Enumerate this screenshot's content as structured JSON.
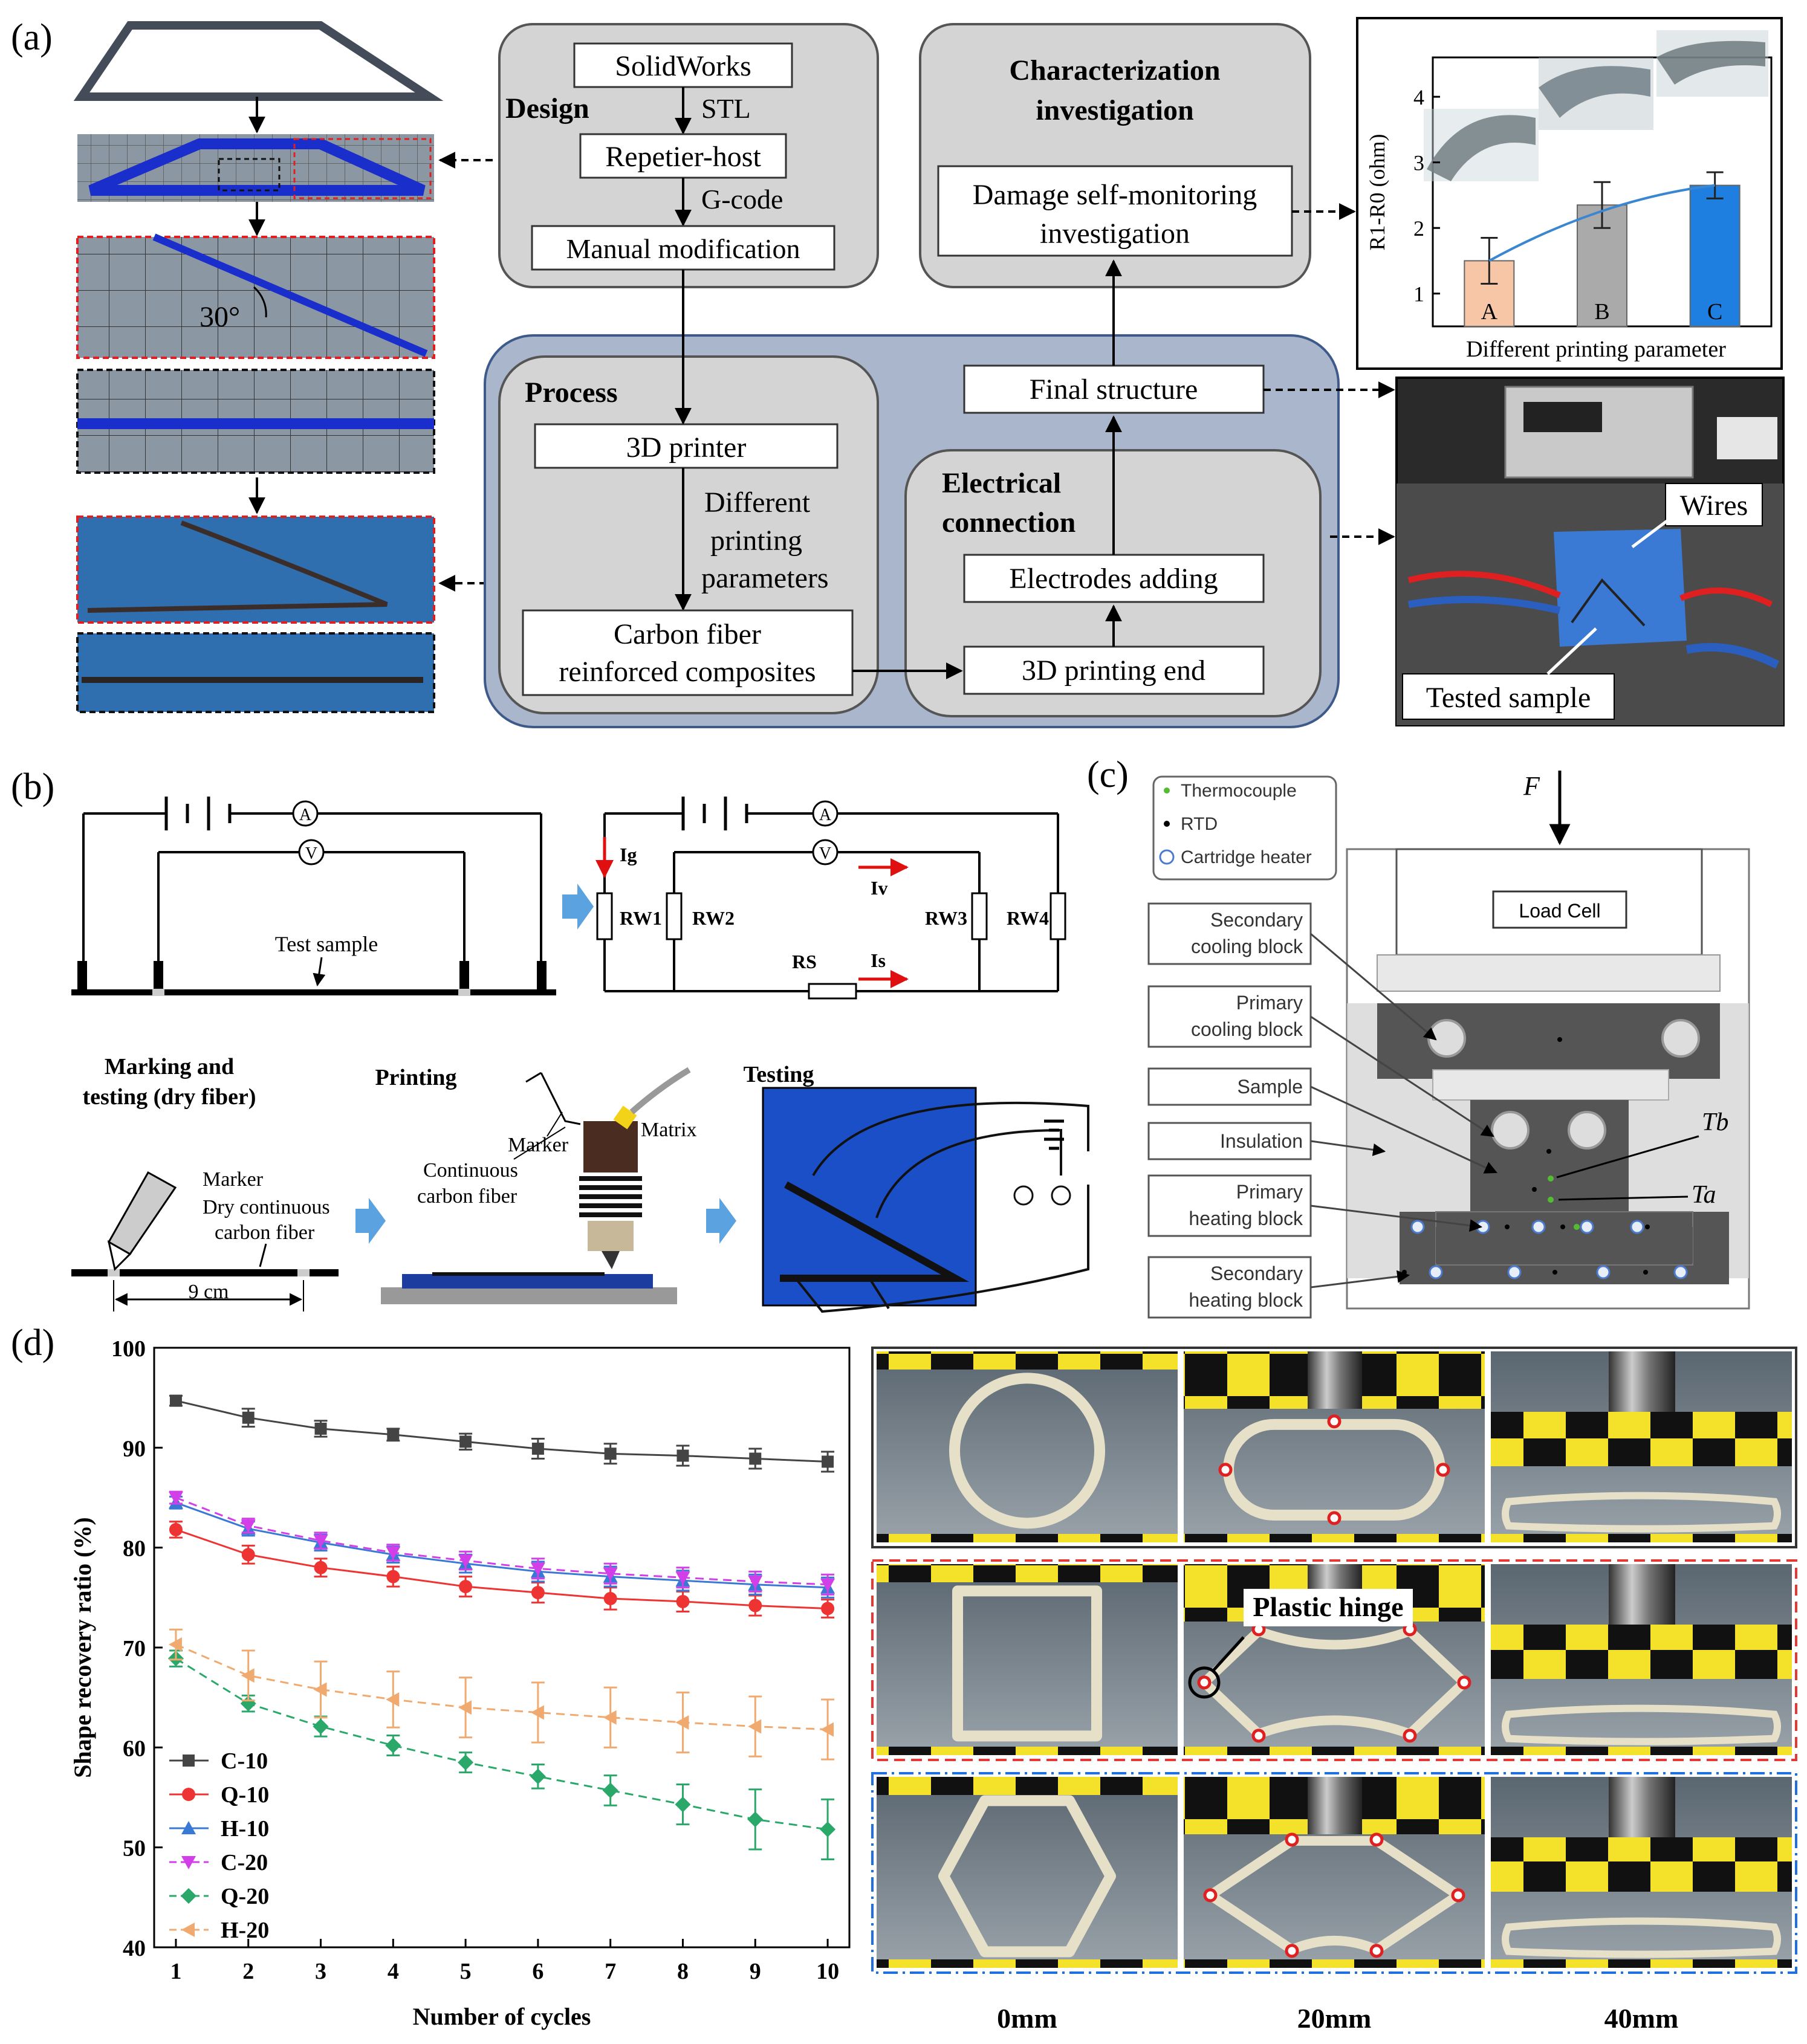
{
  "panel_labels": {
    "a": "(a)",
    "b": "(b)",
    "c": "(c)",
    "d": "(d)"
  },
  "panel_a": {
    "design_title": "Design",
    "solidworks": "SolidWorks",
    "stl": "STL",
    "repetier": "Repetier-host",
    "gcode": "G-code",
    "manual": "Manual modification",
    "char_title_1": "Characterization",
    "char_title_2": "investigation",
    "damage_1": "Damage self-monitoring",
    "damage_2": "investigation",
    "process_title": "Process",
    "printer": "3D printer",
    "diff_1": "Different",
    "diff_2": "printing",
    "diff_3": "parameters",
    "cfrc_1": "Carbon fiber",
    "cfrc_2": "reinforced composites",
    "final": "Final structure",
    "elec_1": "Electrical",
    "elec_2": "connection",
    "electrodes": "Electrodes adding",
    "print_end": "3D printing end",
    "angle": "30°",
    "wires": "Wires",
    "tested": "Tested sample"
  },
  "inset_chart": {
    "chart_data": {
      "type": "bar",
      "categories": [
        "A",
        "B",
        "C"
      ],
      "values": [
        1.5,
        2.35,
        2.65
      ],
      "errors": [
        0.35,
        0.35,
        0.2
      ],
      "colors": [
        "#f6c6a6",
        "#aaaaaa",
        "#1f7fe0"
      ],
      "xlabel": "Different printing parameter",
      "ylabel": "R1-R0 (ohm)",
      "ylim": [
        0.5,
        4.6
      ],
      "yticks": [
        1,
        2,
        3,
        4
      ]
    }
  },
  "panel_b": {
    "ammeter": "A",
    "voltmeter": "V",
    "test_sample": "Test sample",
    "ig": "Ig",
    "iv": "Iv",
    "is": "Is",
    "rw1": "RW1",
    "rw2": "RW2",
    "rw3": "RW3",
    "rw4": "RW4",
    "rs": "RS",
    "marking_1": "Marking and",
    "marking_2": "testing (dry fiber)",
    "marker": "Marker",
    "dry_1": "Dry continuous",
    "dry_2": "carbon fiber",
    "nine_cm": "9 cm",
    "printing": "Printing",
    "marker2": "Marker",
    "matrix": "Matrix",
    "ccf_1": "Continuous",
    "ccf_2": "carbon fiber",
    "testing": "Testing"
  },
  "panel_c": {
    "force": "F",
    "legend": [
      "Thermocouple",
      "RTD",
      "Cartridge heater"
    ],
    "legend_colors": [
      "#55bb33",
      "#000000",
      "#4a7bd0"
    ],
    "load_cell": "Load Cell",
    "labels": [
      [
        "Secondary",
        "cooling block"
      ],
      [
        "Primary",
        "cooling block"
      ],
      [
        "Sample"
      ],
      [
        "Insulation"
      ],
      [
        "Primary",
        "heating block"
      ],
      [
        "Secondary",
        "heating block"
      ]
    ],
    "tb": "Tb",
    "ta": "Ta"
  },
  "panel_d": {
    "chart_data": {
      "type": "line",
      "x": [
        1,
        2,
        3,
        4,
        5,
        6,
        7,
        8,
        9,
        10
      ],
      "xlabel": "Number of cycles",
      "ylabel": "Shape recovery ratio (%)",
      "xlim": [
        0.7,
        10.3
      ],
      "ylim": [
        40,
        100
      ],
      "yticks": [
        40,
        50,
        60,
        70,
        80,
        90,
        100
      ],
      "series": [
        {
          "name": "C-10",
          "color": "#444444",
          "marker": "square",
          "dash": false,
          "values": [
            94.7,
            93.0,
            91.9,
            91.3,
            90.6,
            89.9,
            89.4,
            89.2,
            88.9,
            88.6
          ],
          "errors": [
            0.5,
            0.9,
            0.8,
            0.6,
            0.8,
            1.0,
            1.0,
            1.0,
            1.0,
            1.0
          ]
        },
        {
          "name": "Q-10",
          "color": "#ee3333",
          "marker": "circle",
          "dash": false,
          "values": [
            81.8,
            79.3,
            78.0,
            77.1,
            76.1,
            75.5,
            74.9,
            74.6,
            74.2,
            73.9
          ],
          "errors": [
            0.8,
            0.9,
            0.9,
            1.0,
            1.0,
            1.0,
            1.1,
            1.0,
            1.0,
            0.9
          ]
        },
        {
          "name": "H-10",
          "color": "#3a78d6",
          "marker": "triangle-up",
          "dash": false,
          "values": [
            84.5,
            81.9,
            80.5,
            79.3,
            78.4,
            77.6,
            77.1,
            76.7,
            76.3,
            76.0
          ],
          "errors": [
            0.6,
            0.7,
            0.8,
            0.8,
            0.9,
            1.0,
            1.0,
            1.0,
            1.0,
            1.0
          ]
        },
        {
          "name": "C-20",
          "color": "#d23ee8",
          "marker": "triangle-down",
          "dash": true,
          "values": [
            85.0,
            82.2,
            80.7,
            79.5,
            78.7,
            77.9,
            77.4,
            77.0,
            76.6,
            76.3
          ],
          "errors": [
            0.6,
            0.7,
            0.8,
            0.8,
            0.9,
            1.0,
            1.0,
            1.0,
            1.0,
            1.0
          ]
        },
        {
          "name": "Q-20",
          "color": "#2aa86a",
          "marker": "diamond",
          "dash": true,
          "values": [
            68.9,
            64.4,
            62.1,
            60.2,
            58.5,
            57.1,
            55.7,
            54.3,
            52.8,
            51.8
          ],
          "errors": [
            0.8,
            0.8,
            1.0,
            1.0,
            1.0,
            1.2,
            1.5,
            2.0,
            3.0,
            3.0
          ]
        },
        {
          "name": "H-20",
          "color": "#f0aa70",
          "marker": "triangle-left",
          "dash": true,
          "values": [
            70.3,
            67.2,
            65.8,
            64.8,
            64.0,
            63.5,
            63.0,
            62.5,
            62.1,
            61.8
          ],
          "errors": [
            1.5,
            2.5,
            2.8,
            2.8,
            3.0,
            3.0,
            3.0,
            3.0,
            3.0,
            3.0
          ]
        }
      ]
    },
    "photo_labels": [
      "0mm",
      "20mm",
      "40mm"
    ],
    "plastic_hinge": "Plastic hinge"
  }
}
